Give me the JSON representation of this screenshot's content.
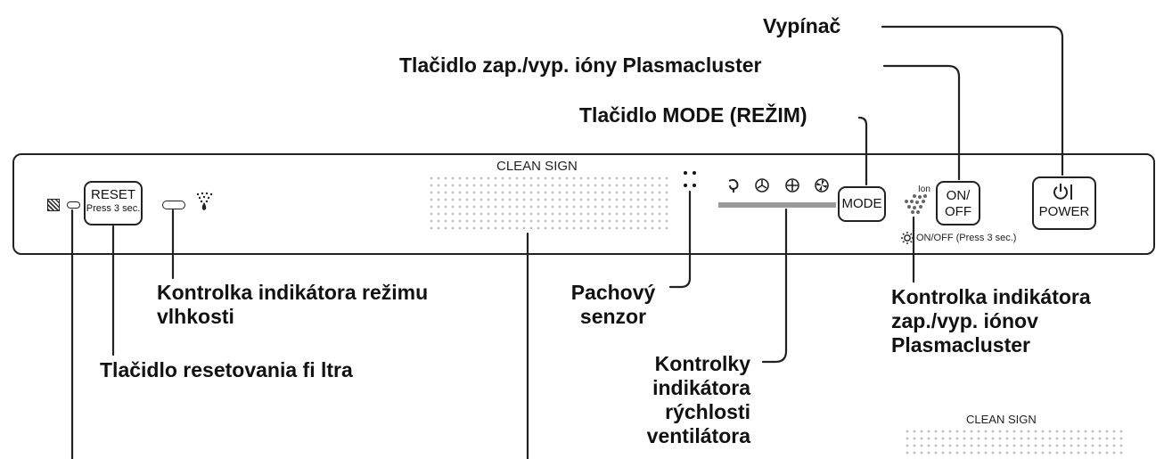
{
  "labels": {
    "power_switch": "Vypínač",
    "plasmacluster_button": "Tlačidlo zap./vyp. ióny Plasmacluster",
    "mode_button": "Tlačidlo MODE (REŽIM)",
    "humidity_indicator_line1": "Kontrolka indikátora režimu",
    "humidity_indicator_line2": "vlhkosti",
    "filter_reset_button": "Tlačidlo resetovania fi ltra",
    "odor_sensor_line1": "Pachový",
    "odor_sensor_line2": "senzor",
    "fan_speed_line1": "Kontrolky",
    "fan_speed_line2": "indikátora",
    "fan_speed_line3": "rýchlosti",
    "fan_speed_line4": "ventilátora",
    "plasmacluster_indicator_line1": "Kontrolka indikátora",
    "plasmacluster_indicator_line2": "zap./vyp. iónov",
    "plasmacluster_indicator_line3": "Plasmacluster"
  },
  "panel": {
    "clean_sign": "CLEAN SIGN",
    "reset_label": "RESET",
    "reset_sub": "Press 3 sec.",
    "mode_label": "MODE",
    "onoff_line1": "ON/",
    "onoff_line2": "OFF",
    "ion_label": "Ion",
    "onoff_press": "ON/OFF (Press 3 sec.)",
    "power_label": "POWER"
  },
  "inset": {
    "clean_sign": "CLEAN SIGN"
  },
  "icons": {
    "filter": "filter-icon",
    "humidity": "humidity-drop-icon",
    "fan_auto": "fan-auto-icon",
    "fan_low": "fan-low-icon",
    "fan_mid": "fan-medium-icon",
    "fan_high": "fan-high-icon",
    "ion": "ion-dots-icon",
    "light": "light-icon",
    "power": "power-icon"
  }
}
